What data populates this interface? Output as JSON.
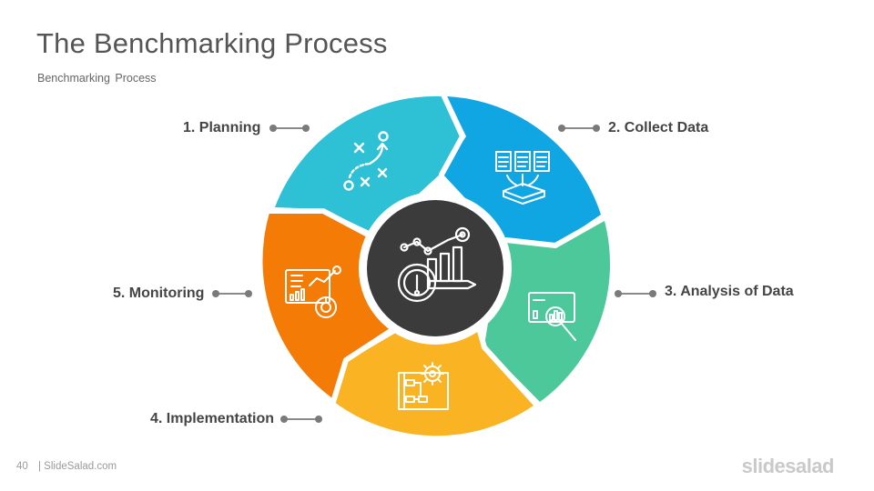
{
  "slide": {
    "title": "The Benchmarking Process",
    "subtitle": "Benchmarking  Process"
  },
  "steps": [
    {
      "label": "1. Planning",
      "color": "#2ec0d5",
      "icon": "strategy-play-icon"
    },
    {
      "label": "2. Collect Data",
      "color": "#10a6e3",
      "icon": "documents-to-inbox-icon"
    },
    {
      "label": "3. Analysis of Data",
      "color": "#4cc89b",
      "icon": "chart-magnifier-icon"
    },
    {
      "label": "4. Implementation",
      "color": "#fab322",
      "icon": "blueprint-gear-icon"
    },
    {
      "label": "5. Monitoring",
      "color": "#f47b05",
      "icon": "dashboard-analytics-icon"
    }
  ],
  "center": {
    "color": "#3b3b3b",
    "icon": "benchmark-performance-icon"
  },
  "footer": {
    "page_number": "40",
    "source": "| SlideSalad.com",
    "brand": "slidesalad"
  }
}
